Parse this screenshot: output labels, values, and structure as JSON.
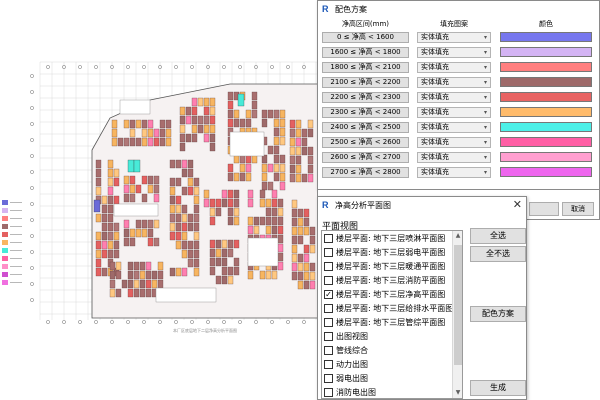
{
  "floorplan": {
    "caption": "本厂区底层地下二层净高分析平面图",
    "legend_colors": [
      "#6b6bd8",
      "#d6b4f0",
      "#ff7f7f",
      "#9e6a6a",
      "#e46060",
      "#f9b560",
      "#48ead8",
      "#ff5fa0",
      "#ff8fc8",
      "#cf4fcf",
      "#f070e0"
    ]
  },
  "color_scheme": {
    "title": "配色方案",
    "headers": {
      "range": "净高区间(mm)",
      "fill": "填充图案",
      "color": "颜色"
    },
    "rows": [
      {
        "range": "0 ≤ 净高 < 1600",
        "fill": "实体填充",
        "color": "#7777ee"
      },
      {
        "range": "1600 ≤ 净高 < 1800",
        "fill": "实体填充",
        "color": "#d4b4f4"
      },
      {
        "range": "1800 ≤ 净高 < 2100",
        "fill": "实体填充",
        "color": "#ff7f7f"
      },
      {
        "range": "2100 ≤ 净高 < 2200",
        "fill": "实体填充",
        "color": "#9e6a6a"
      },
      {
        "range": "2200 ≤ 净高 < 2300",
        "fill": "实体填充",
        "color": "#e86464"
      },
      {
        "range": "2300 ≤ 净高 < 2400",
        "fill": "实体填充",
        "color": "#ffbb6b"
      },
      {
        "range": "2400 ≤ 净高 < 2500",
        "fill": "实体填充",
        "color": "#4df0e8"
      },
      {
        "range": "2500 ≤ 净高 < 2600",
        "fill": "实体填充",
        "color": "#ff5fa5"
      },
      {
        "range": "2600 ≤ 净高 < 2700",
        "fill": "实体填充",
        "color": "#ff9fd0"
      },
      {
        "range": "2700 ≤ 净高 < 2800",
        "fill": "实体填充",
        "color": "#ee66ee"
      }
    ],
    "cancel_label": "取消"
  },
  "analysis": {
    "title": "净高分析平面图",
    "close_glyph": "✕",
    "group_label": "平面视图",
    "items": [
      {
        "label": "楼层平面: 地下三层喷淋平面图",
        "checked": false
      },
      {
        "label": "楼层平面: 地下三层弱电平面图",
        "checked": false
      },
      {
        "label": "楼层平面: 地下三层暖通平面图",
        "checked": false
      },
      {
        "label": "楼层平面: 地下三层消防平面图",
        "checked": false
      },
      {
        "label": "楼层平面: 地下三层净高平面图",
        "checked": true
      },
      {
        "label": "楼层平面: 地下三层给排水平面图",
        "checked": false
      },
      {
        "label": "楼层平面: 地下三层管综平面图",
        "checked": false
      },
      {
        "label": "出图视图",
        "checked": false
      },
      {
        "label": "管线综合",
        "checked": false
      },
      {
        "label": "动力出图",
        "checked": false
      },
      {
        "label": "弱电出图",
        "checked": false
      },
      {
        "label": "消防电出图",
        "checked": false
      }
    ],
    "buttons": {
      "select_all": "全选",
      "select_none": "全不选",
      "color_scheme": "配色方案",
      "generate": "生成"
    }
  }
}
